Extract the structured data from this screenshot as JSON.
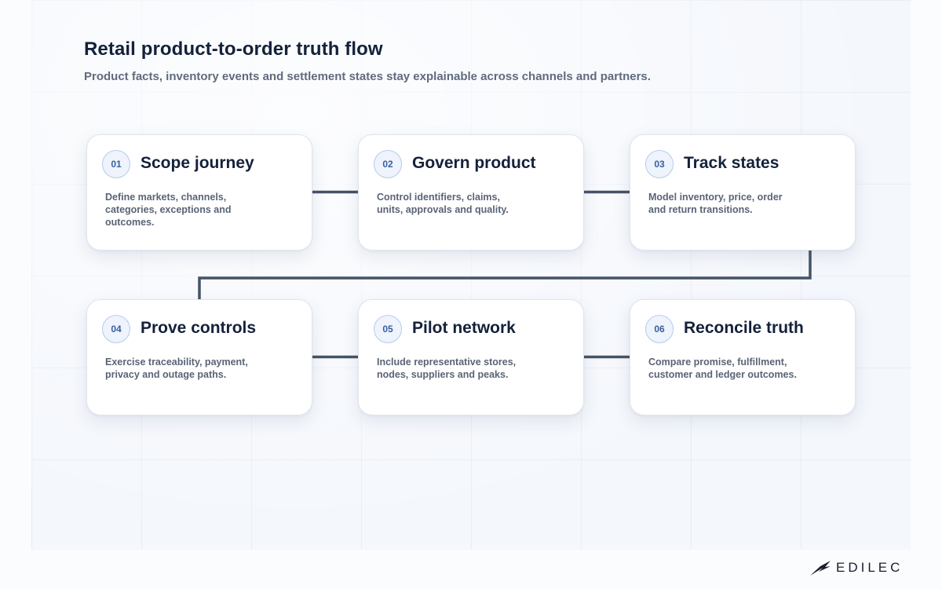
{
  "header": {
    "title": "Retail product-to-order truth flow",
    "subtitle": "Product facts, inventory events and settlement states stay explainable across channels and partners."
  },
  "steps": [
    {
      "number": "01",
      "title": "Scope journey",
      "description": "Define markets, channels, categories, exceptions and outcomes."
    },
    {
      "number": "02",
      "title": "Govern product",
      "description": "Control identifiers, claims, units, approvals and quality."
    },
    {
      "number": "03",
      "title": "Track states",
      "description": "Model inventory, price, order and return transitions."
    },
    {
      "number": "04",
      "title": "Prove controls",
      "description": "Exercise traceability, payment, privacy and outage paths."
    },
    {
      "number": "05",
      "title": "Pilot network",
      "description": "Include representative stores, nodes, suppliers and peaks."
    },
    {
      "number": "06",
      "title": "Reconcile truth",
      "description": "Compare promise, fulfillment, customer and ledger outcomes."
    }
  ],
  "brand": {
    "name": "EDILEC",
    "logo_icon": "edilec-wing-icon"
  },
  "colors": {
    "connector": "#465366",
    "badge_border": "#b7cbed",
    "badge_text": "#3a5f9e",
    "title_text": "#14213a"
  }
}
